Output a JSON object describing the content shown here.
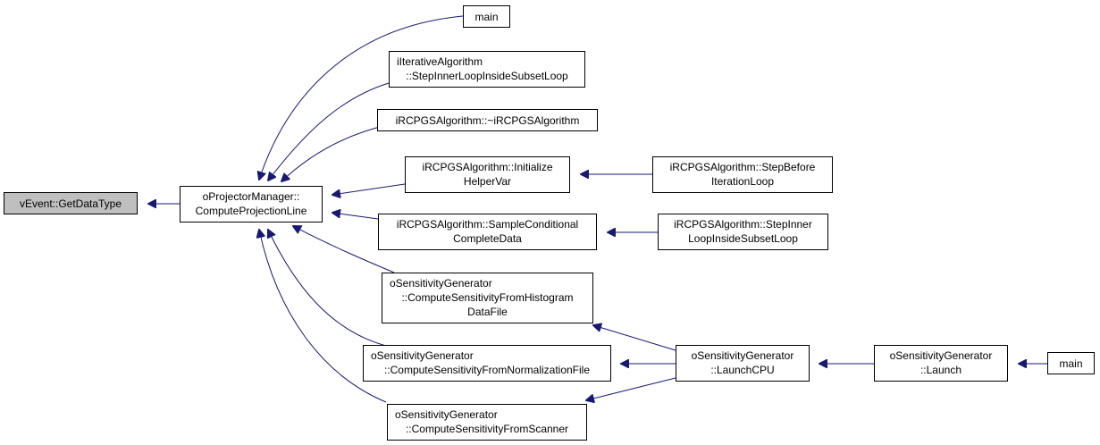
{
  "colors": {
    "edge": "#191970",
    "root_fill": "#bfbfbf",
    "node_fill": "#ffffff",
    "node_stroke": "#000000"
  },
  "nodes": {
    "root": {
      "lines": [
        "vEvent::GetDataType"
      ]
    },
    "pm": {
      "lines": [
        "oProjectorManager::",
        "ComputeProjectionLine"
      ]
    },
    "main1": {
      "lines": [
        "main"
      ]
    },
    "iterstep": {
      "lines": [
        "iIterativeAlgorithm",
        "::StepInnerLoopInsideSubsetLoop"
      ]
    },
    "dtor": {
      "lines": [
        "iRCPGSAlgorithm::~iRCPGSAlgorithm"
      ]
    },
    "init": {
      "lines": [
        "iRCPGSAlgorithm::Initialize",
        "HelperVar"
      ]
    },
    "stepbefore": {
      "lines": [
        "iRCPGSAlgorithm::StepBefore",
        "IterationLoop"
      ]
    },
    "sample": {
      "lines": [
        "iRCPGSAlgorithm::SampleConditional",
        "CompleteData"
      ]
    },
    "stepinner": {
      "lines": [
        "iRCPGSAlgorithm::StepInner",
        "LoopInsideSubsetLoop"
      ]
    },
    "histo": {
      "lines": [
        "oSensitivityGenerator",
        "::ComputeSensitivityFromHistogram",
        "DataFile"
      ]
    },
    "norm": {
      "lines": [
        "oSensitivityGenerator",
        "::ComputeSensitivityFromNormalizationFile"
      ]
    },
    "scanner": {
      "lines": [
        "oSensitivityGenerator",
        "::ComputeSensitivityFromScanner"
      ]
    },
    "launchcpu": {
      "lines": [
        "oSensitivityGenerator",
        "::LaunchCPU"
      ]
    },
    "launch": {
      "lines": [
        "oSensitivityGenerator",
        "::Launch"
      ]
    },
    "main2": {
      "lines": [
        "main"
      ]
    }
  }
}
